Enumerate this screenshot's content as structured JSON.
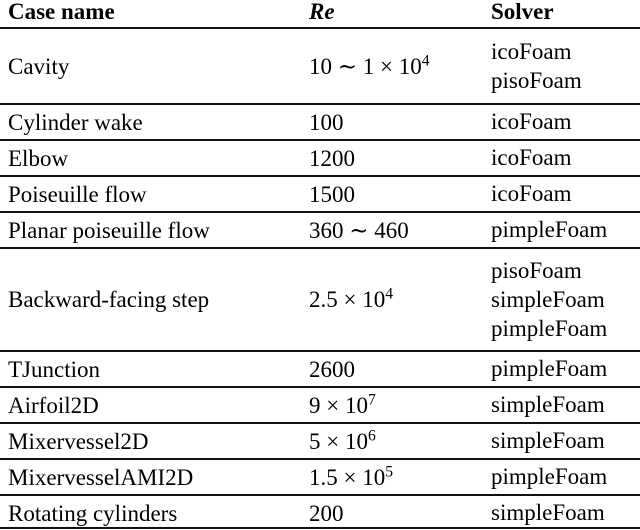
{
  "table": {
    "caption": "",
    "columns": [
      {
        "key": "case_name",
        "label": "Case name",
        "style": "bold"
      },
      {
        "key": "re",
        "label": "Re",
        "style": "bold-italic"
      },
      {
        "key": "solver",
        "label": "Solver",
        "style": "bold"
      }
    ],
    "rows": [
      {
        "case_name": "Cavity",
        "re": "10 ∼ 1 × 10",
        "re_exponent": "4",
        "solvers": [
          "icoFoam",
          "pisoFoam"
        ]
      },
      {
        "case_name": "Cylinder wake",
        "re": "100",
        "re_exponent": "",
        "solvers": [
          "icoFoam"
        ]
      },
      {
        "case_name": "Elbow",
        "re": "1200",
        "re_exponent": "",
        "solvers": [
          "icoFoam"
        ]
      },
      {
        "case_name": "Poiseuille flow",
        "re": "1500",
        "re_exponent": "",
        "solvers": [
          "icoFoam"
        ]
      },
      {
        "case_name": "Planar poiseuille flow",
        "re": "360 ∼ 460",
        "re_exponent": "",
        "solvers": [
          "pimpleFoam"
        ]
      },
      {
        "case_name": "Backward-facing step",
        "re": "2.5 × 10",
        "re_exponent": "4",
        "solvers": [
          "pisoFoam",
          "simpleFoam",
          "pimpleFoam"
        ]
      },
      {
        "case_name": "TJunction",
        "re": "2600",
        "re_exponent": "",
        "solvers": [
          "pimpleFoam"
        ]
      },
      {
        "case_name": "Airfoil2D",
        "re": "9 × 10",
        "re_exponent": "7",
        "solvers": [
          "simpleFoam"
        ]
      },
      {
        "case_name": "Mixervessel2D",
        "re": "5 × 10",
        "re_exponent": "6",
        "solvers": [
          "simpleFoam"
        ]
      },
      {
        "case_name": "MixervesselAMI2D",
        "re": "1.5 × 10",
        "re_exponent": "5",
        "solvers": [
          "pimpleFoam"
        ]
      },
      {
        "case_name": "Rotating cylinders",
        "re": "200",
        "re_exponent": "",
        "solvers": [
          "simpleFoam"
        ]
      }
    ]
  },
  "style": {
    "rule_color": "#111111",
    "text_color": "#000000",
    "background": "#ffffff"
  }
}
